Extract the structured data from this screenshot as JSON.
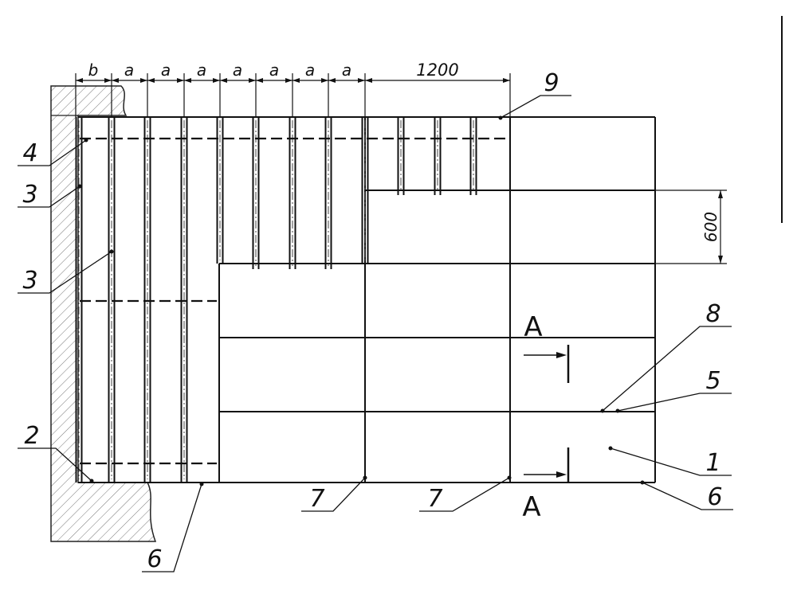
{
  "dimensions": {
    "b": "b",
    "a": "a",
    "width": "1200",
    "height": "600"
  },
  "section_marks": [
    "A",
    "A"
  ],
  "callouts": {
    "c1": "1",
    "c2": "2",
    "c3a": "3",
    "c3b": "3",
    "c4": "4",
    "c5": "5",
    "c6a": "6",
    "c6b": "6",
    "c7a": "7",
    "c7b": "7",
    "c8": "8",
    "c9": "9"
  }
}
